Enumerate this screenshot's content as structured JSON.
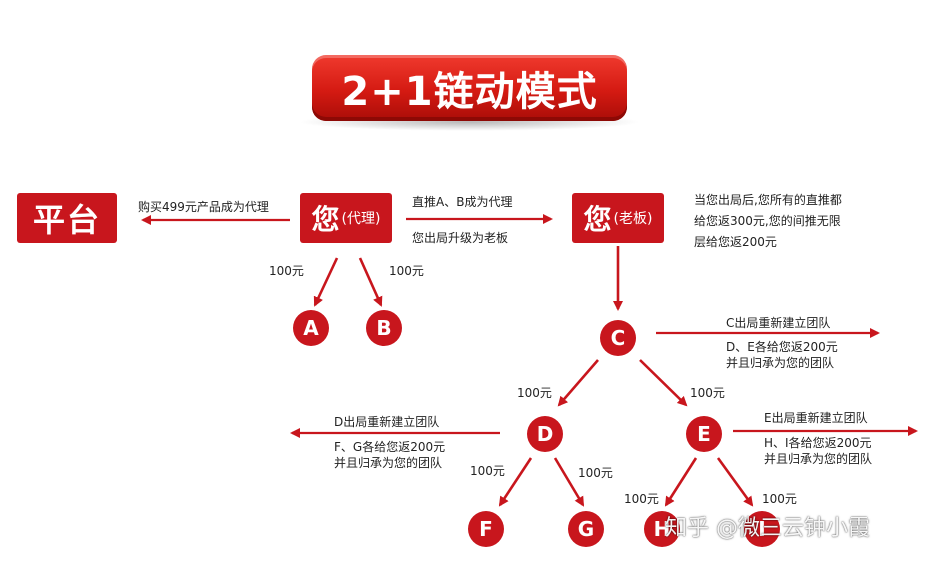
{
  "title": "2+1链动模式",
  "boxes": {
    "platform": "平台",
    "you_agent_main": "您",
    "you_agent_role": "(代理)",
    "you_boss_main": "您",
    "you_boss_role": "(老板)"
  },
  "nodes": {
    "A": "A",
    "B": "B",
    "C": "C",
    "D": "D",
    "E": "E",
    "F": "F",
    "G": "G",
    "H": "H",
    "I": "I"
  },
  "labels": {
    "buy_product": "购买499元产品成为代理",
    "direct_ab": "直推A、B成为代理",
    "upgrade_boss": "您出局升级为老板",
    "boss_note_1": "当您出局后,您所有的直推都",
    "boss_note_2": "给您返300元,您的间推无限",
    "boss_note_3": "层给您返200元",
    "amt_a": "100元",
    "amt_b": "100元",
    "amt_d": "100元",
    "amt_e": "100元",
    "amt_f": "100元",
    "amt_g": "100元",
    "amt_h": "100元",
    "amt_i": "100元",
    "c_note_1": "C出局重新建立团队",
    "c_note_2": "D、E各给您返200元",
    "c_note_3": "并且归承为您的团队",
    "d_note_1": "D出局重新建立团队",
    "d_note_2": "F、G各给您返200元",
    "d_note_3": "并且归承为您的团队",
    "e_note_1": "E出局重新建立团队",
    "e_note_2": "H、I各给您返200元",
    "e_note_3": "并且归承为您的团队"
  },
  "watermark": "知乎 @微三云钟小霞",
  "colors": {
    "accent": "#c8161d",
    "text": "#222222"
  }
}
